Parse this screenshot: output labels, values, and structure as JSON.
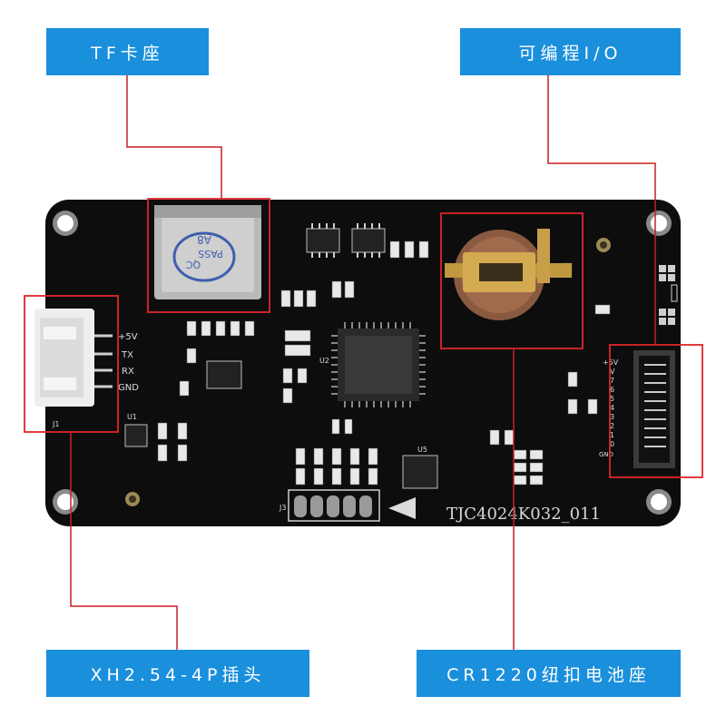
{
  "callouts": {
    "tf_slot": "TF卡座",
    "programmable_io": "可编程I/O",
    "xh_header": "XH2.54-4P插头",
    "battery_holder": "CR1220纽扣电池座"
  },
  "board": {
    "model": "TJC4024K032_011",
    "header_pins": [
      "+5V",
      "TX",
      "RX",
      "GND"
    ],
    "io_pins": [
      "+5V",
      "V",
      "7",
      "6",
      "5",
      "4",
      "3",
      "2",
      "1",
      "0",
      "GND"
    ],
    "sd_card_text": [
      "A8",
      "QC",
      "PASS"
    ],
    "ref_j1": "J1",
    "ref_j3": "J3",
    "ref_u1": "U1",
    "ref_u2": "U2",
    "ref_u5": "U5"
  },
  "colors": {
    "callout_bg": "#1a8fdc",
    "board": "#0d0d0d",
    "highlight": "#e0252b",
    "leader": "#c81e24"
  }
}
